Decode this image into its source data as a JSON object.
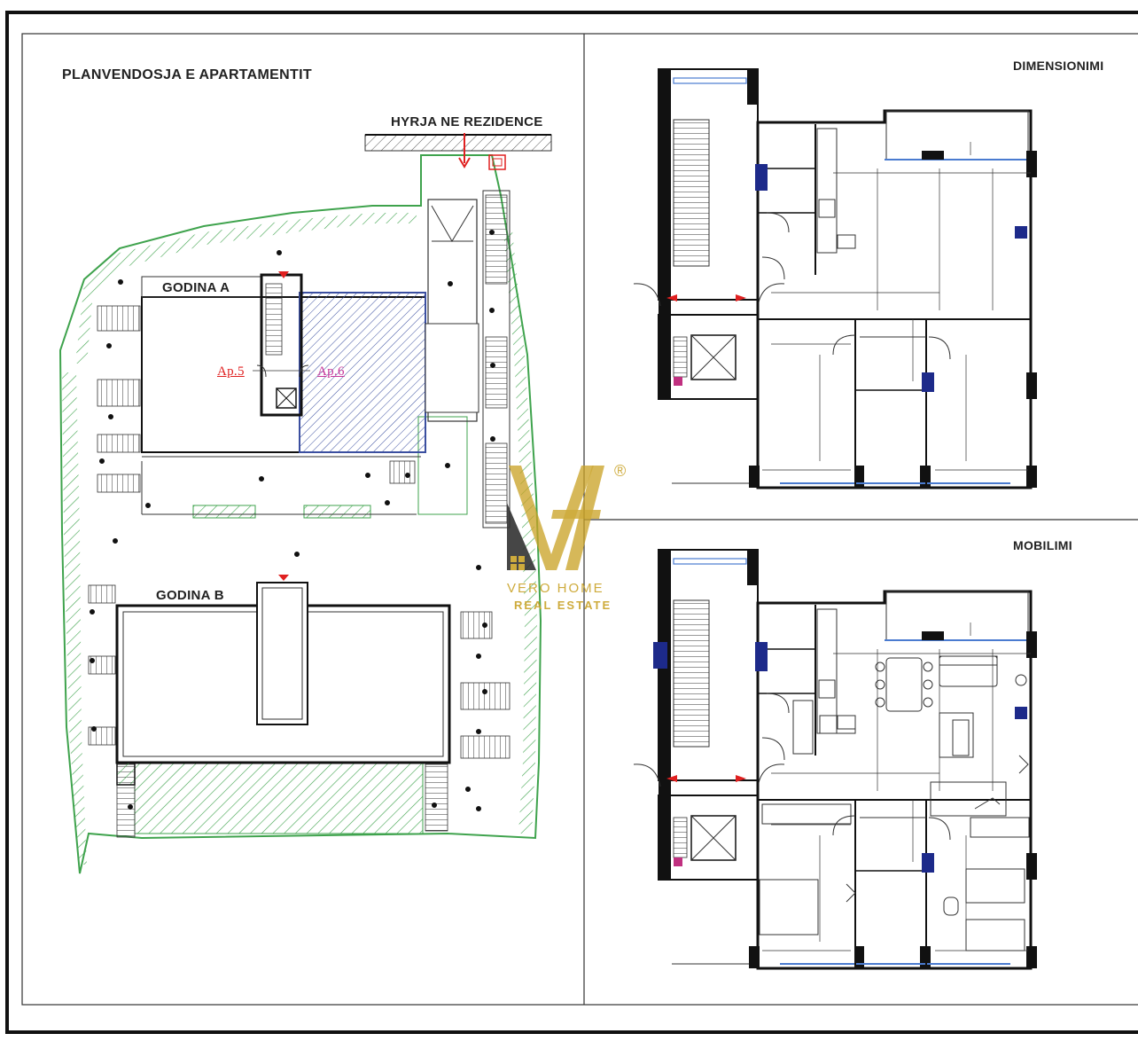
{
  "site_plan": {
    "title": "PLANVENDOSJA E APARTAMENTIT",
    "entrance_label": "HYRJA NE REZIDENCE",
    "building_a": "GODINA A",
    "building_b": "GODINA B",
    "apartments": [
      "Ap.5",
      "Ap.6"
    ]
  },
  "floor_plans": {
    "dimensions_title": "DIMENSIONIMI",
    "furniture_title": "MOBILIMI"
  },
  "watermark": {
    "line1": "VERO HOME",
    "line2": "REAL ESTATE",
    "registered": "®",
    "gold": "#c9a227",
    "dark": "#333333"
  },
  "colors": {
    "line": "#1a1a1a",
    "landscape_green": "#3fa34d",
    "apartment_hatch": "#3b4fa0",
    "entrance_red": "#e02020",
    "window_blue": "#4a7bd0"
  }
}
